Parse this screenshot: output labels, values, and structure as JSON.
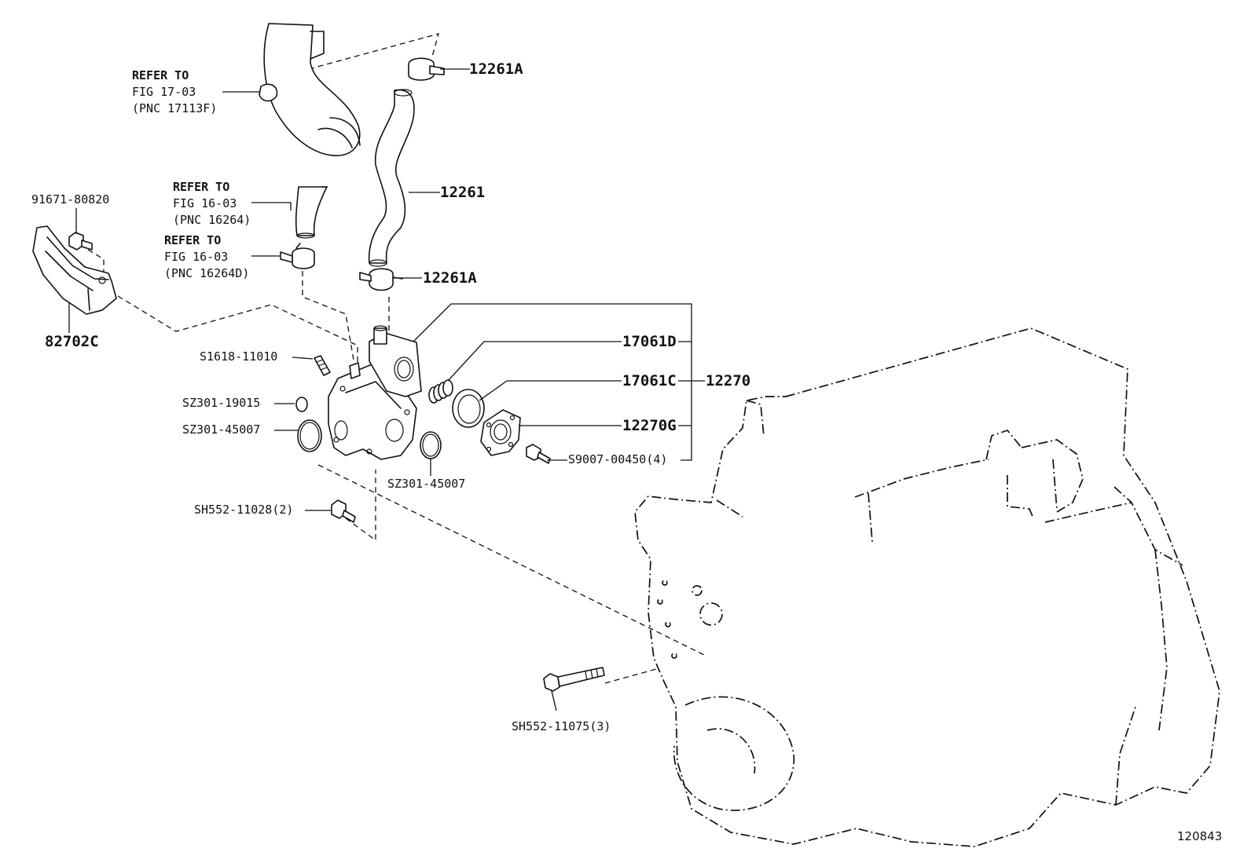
{
  "diagram_id": "120843",
  "refer_notes": [
    {
      "id": "refer-fig-17-03",
      "lines": [
        "REFER TO",
        "FIG 17-03",
        "(PNC 17113F)"
      ]
    },
    {
      "id": "refer-fig-16-03-a",
      "lines": [
        "REFER TO",
        "FIG 16-03",
        "(PNC 16264)"
      ]
    },
    {
      "id": "refer-fig-16-03-b",
      "lines": [
        "REFER TO",
        "FIG 16-03",
        "(PNC 16264D)"
      ]
    }
  ],
  "part_labels": {
    "clamp_top": "12261A",
    "hose": "12261",
    "clamp_bottom": "12261A",
    "spring": "17061D",
    "seal_ring": "17061C",
    "assembly": "12270",
    "cover": "12270G",
    "cover_bolts": "S9007-00450(4)",
    "bracket_bolt": "91671-80820",
    "bracket": "82702C",
    "stud": "S1618-11010",
    "oring_small": "SZ301-19015",
    "oring_large_left": "SZ301-45007",
    "oring_large_right": "SZ301-45007",
    "housing_bolts": "SH552-11028(2)",
    "engine_bolts": "SH552-11075(3)"
  }
}
